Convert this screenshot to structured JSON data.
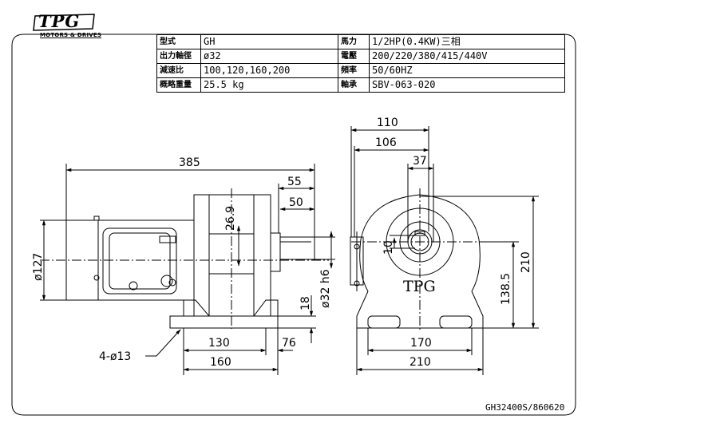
{
  "logo": {
    "text": "TPG",
    "subtitle": "MOTORS & DRIVES"
  },
  "spec_table": {
    "rows": [
      {
        "label_left": "型式",
        "value_left": "GH",
        "label_right": "馬力",
        "value_right": "1/2HP(0.4KW)三相"
      },
      {
        "label_left": "出力軸徑",
        "value_left": "ø32",
        "label_right": "電壓",
        "value_right": "200/220/380/415/440V"
      },
      {
        "label_left": "減速比",
        "value_left": "100,120,160,200",
        "label_right": "頻率",
        "value_right": "50/60HZ"
      },
      {
        "label_left": "概略重量",
        "value_left": "25.5 kg",
        "label_right": "軸承",
        "value_right": "SBV-063-020"
      }
    ]
  },
  "side_view": {
    "dims": {
      "overall_length": "385",
      "shaft_55": "55",
      "shaft_50": "50",
      "key_26_9": "26.9",
      "motor_dia": "ø127",
      "shaft_dia": "ø32 h6",
      "foot_height": "18",
      "bolt_spacing": "130",
      "foot_76": "76",
      "base_length": "160",
      "bolt_holes": "4-ø13"
    }
  },
  "front_view": {
    "dims": {
      "w110": "110",
      "w106": "106",
      "w37": "37",
      "key_10": "10",
      "center_height": "138.5",
      "total_height": "210",
      "bolt_span": "170",
      "base_width": "210"
    },
    "brand": "TPG"
  },
  "footer": {
    "drawing_no": "GH32400S/860620"
  }
}
